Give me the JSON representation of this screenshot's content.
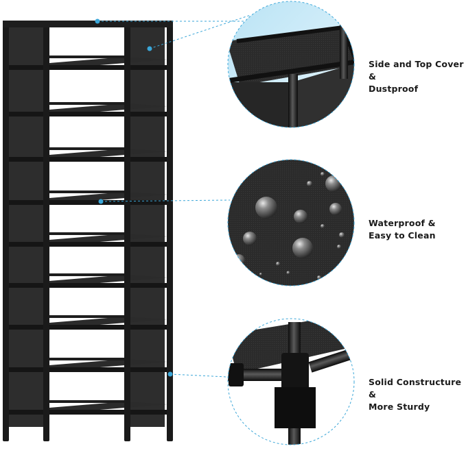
{
  "features": [
    {
      "label": "Side and Top Cover &\nDustproof",
      "icon": "dustproof-cover-detail"
    },
    {
      "label": "Waterproof &\nEasy to Clean",
      "icon": "water-droplets-detail"
    },
    {
      "label": "Solid Constructure &\nMore Sturdy",
      "icon": "joint-connector-detail"
    }
  ],
  "colors": {
    "frame": "#1c1c1c",
    "fabric": "#2e2e2e",
    "accent_line": "#3aa6d8",
    "background": "#ffffff"
  }
}
